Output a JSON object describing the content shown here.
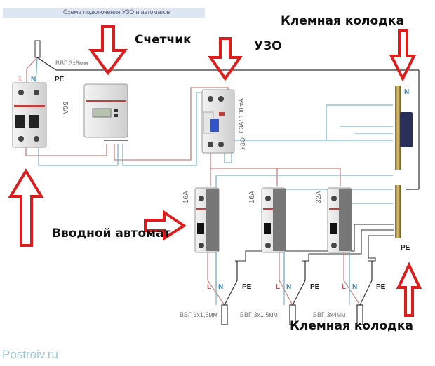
{
  "header": {
    "title": "Схема подключения УЗО и автоматов"
  },
  "labels": {
    "meter": "Счетчик",
    "rcd": "УЗО",
    "terminal_block_top": "Клемная колодка",
    "terminal_block_bottom": "Клемная колодка",
    "input_breaker": "Вводной автомат"
  },
  "input": {
    "cable": "ВВГ 3х6мм",
    "wires": [
      "L",
      "N",
      "PE"
    ],
    "breaker_rating": "50A"
  },
  "rcd": {
    "rating": "63A/ 100mA",
    "name": "УЗО"
  },
  "terminal_bus": {
    "neutral_label": "N",
    "ground_label": "PE"
  },
  "breakers": [
    {
      "rating": "16A",
      "cable": "ВВГ 3х1,5мм",
      "wires": [
        "L",
        "N",
        "PE"
      ]
    },
    {
      "rating": "16A",
      "cable": "ВВГ 3х1,5мм",
      "wires": [
        "L",
        "N",
        "PE"
      ]
    },
    {
      "rating": "32A",
      "cable": "ВВГ 3х4мм",
      "wires": [
        "L",
        "N",
        "PE"
      ]
    }
  ],
  "colors": {
    "phase": "#c98080",
    "neutral": "#7fb3cc",
    "ground": "#333333",
    "arrow": "#e01b1b",
    "wire_label_l": "#d05050",
    "wire_label_n": "#3a8fc0"
  },
  "watermark": "Postroiv.ru"
}
